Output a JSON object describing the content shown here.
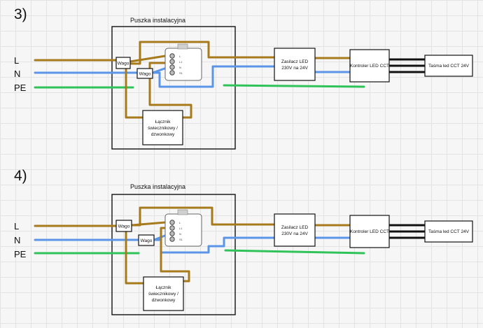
{
  "diagram_a": {
    "number": "3)",
    "box_title": "Puszka instalacyjna",
    "line_labels": [
      "L",
      "N",
      "PE"
    ],
    "wago_1": "Wago",
    "wago_2": "Wago",
    "relay_terminals": [
      "L",
      "L1",
      "N",
      "S1"
    ],
    "switch_label": [
      "Łącznik",
      "świecznikowy /",
      "dzwonkowy"
    ],
    "psu_label": [
      "Zasilacz LED",
      "230V na 24V"
    ],
    "controller_label": "Kontroler LED CCT",
    "strip_label": "Taśma led CCT 24V"
  },
  "diagram_b": {
    "number": "4)",
    "box_title": "Puszka instalacyjna",
    "line_labels": [
      "L",
      "N",
      "PE"
    ],
    "wago_1": "Wago",
    "wago_2": "Wago",
    "relay_terminals": [
      "L",
      "L1",
      "N",
      "S1"
    ],
    "switch_label": [
      "Łącznik",
      "świecznikowy /",
      "dzwonkowy"
    ],
    "psu_label": [
      "Zasilacz LED",
      "230V na 24V"
    ],
    "controller_label": "Kontroler LED CCT",
    "strip_label": "Taśma led CCT 24V"
  },
  "colors": {
    "live": "#a77a1c",
    "neutral": "#5b95e8",
    "earth": "#2fc35a",
    "low_voltage": "#111111"
  }
}
